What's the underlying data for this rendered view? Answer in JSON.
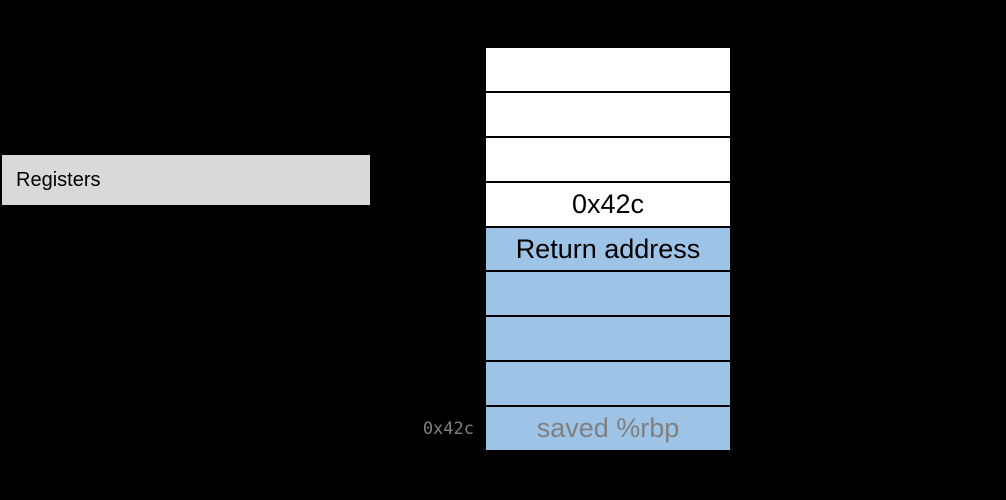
{
  "registers": {
    "label": "Registers"
  },
  "stack": {
    "cells": [
      {
        "name": "stack-cell-empty-top",
        "fill": "white",
        "text": "",
        "text_color": "black",
        "address": ""
      },
      {
        "name": "stack-cell-empty-2",
        "fill": "white",
        "text": "",
        "text_color": "black",
        "address": ""
      },
      {
        "name": "stack-cell-empty-3",
        "fill": "white",
        "text": "",
        "text_color": "black",
        "address": ""
      },
      {
        "name": "stack-cell-value-0x42c",
        "fill": "white",
        "text": "0x42c",
        "text_color": "black",
        "address": ""
      },
      {
        "name": "stack-cell-return-address",
        "fill": "blue",
        "text": "Return address",
        "text_color": "black",
        "address": ""
      },
      {
        "name": "stack-cell-blue-empty-1",
        "fill": "blue",
        "text": "",
        "text_color": "black",
        "address": ""
      },
      {
        "name": "stack-cell-blue-empty-2",
        "fill": "blue",
        "text": "",
        "text_color": "black",
        "address": ""
      },
      {
        "name": "stack-cell-blue-empty-3",
        "fill": "blue",
        "text": "",
        "text_color": "black",
        "address": ""
      },
      {
        "name": "stack-cell-saved-rbp",
        "fill": "blue",
        "text": "saved %rbp",
        "text_color": "gray",
        "address": "0x42c"
      }
    ]
  },
  "colors": {
    "background": "#000000",
    "registers_fill": "#D9D9D9",
    "stack_blue": "#9DC3E6",
    "stack_white": "#FFFFFF",
    "border": "#000000",
    "gray_text": "#808080"
  }
}
